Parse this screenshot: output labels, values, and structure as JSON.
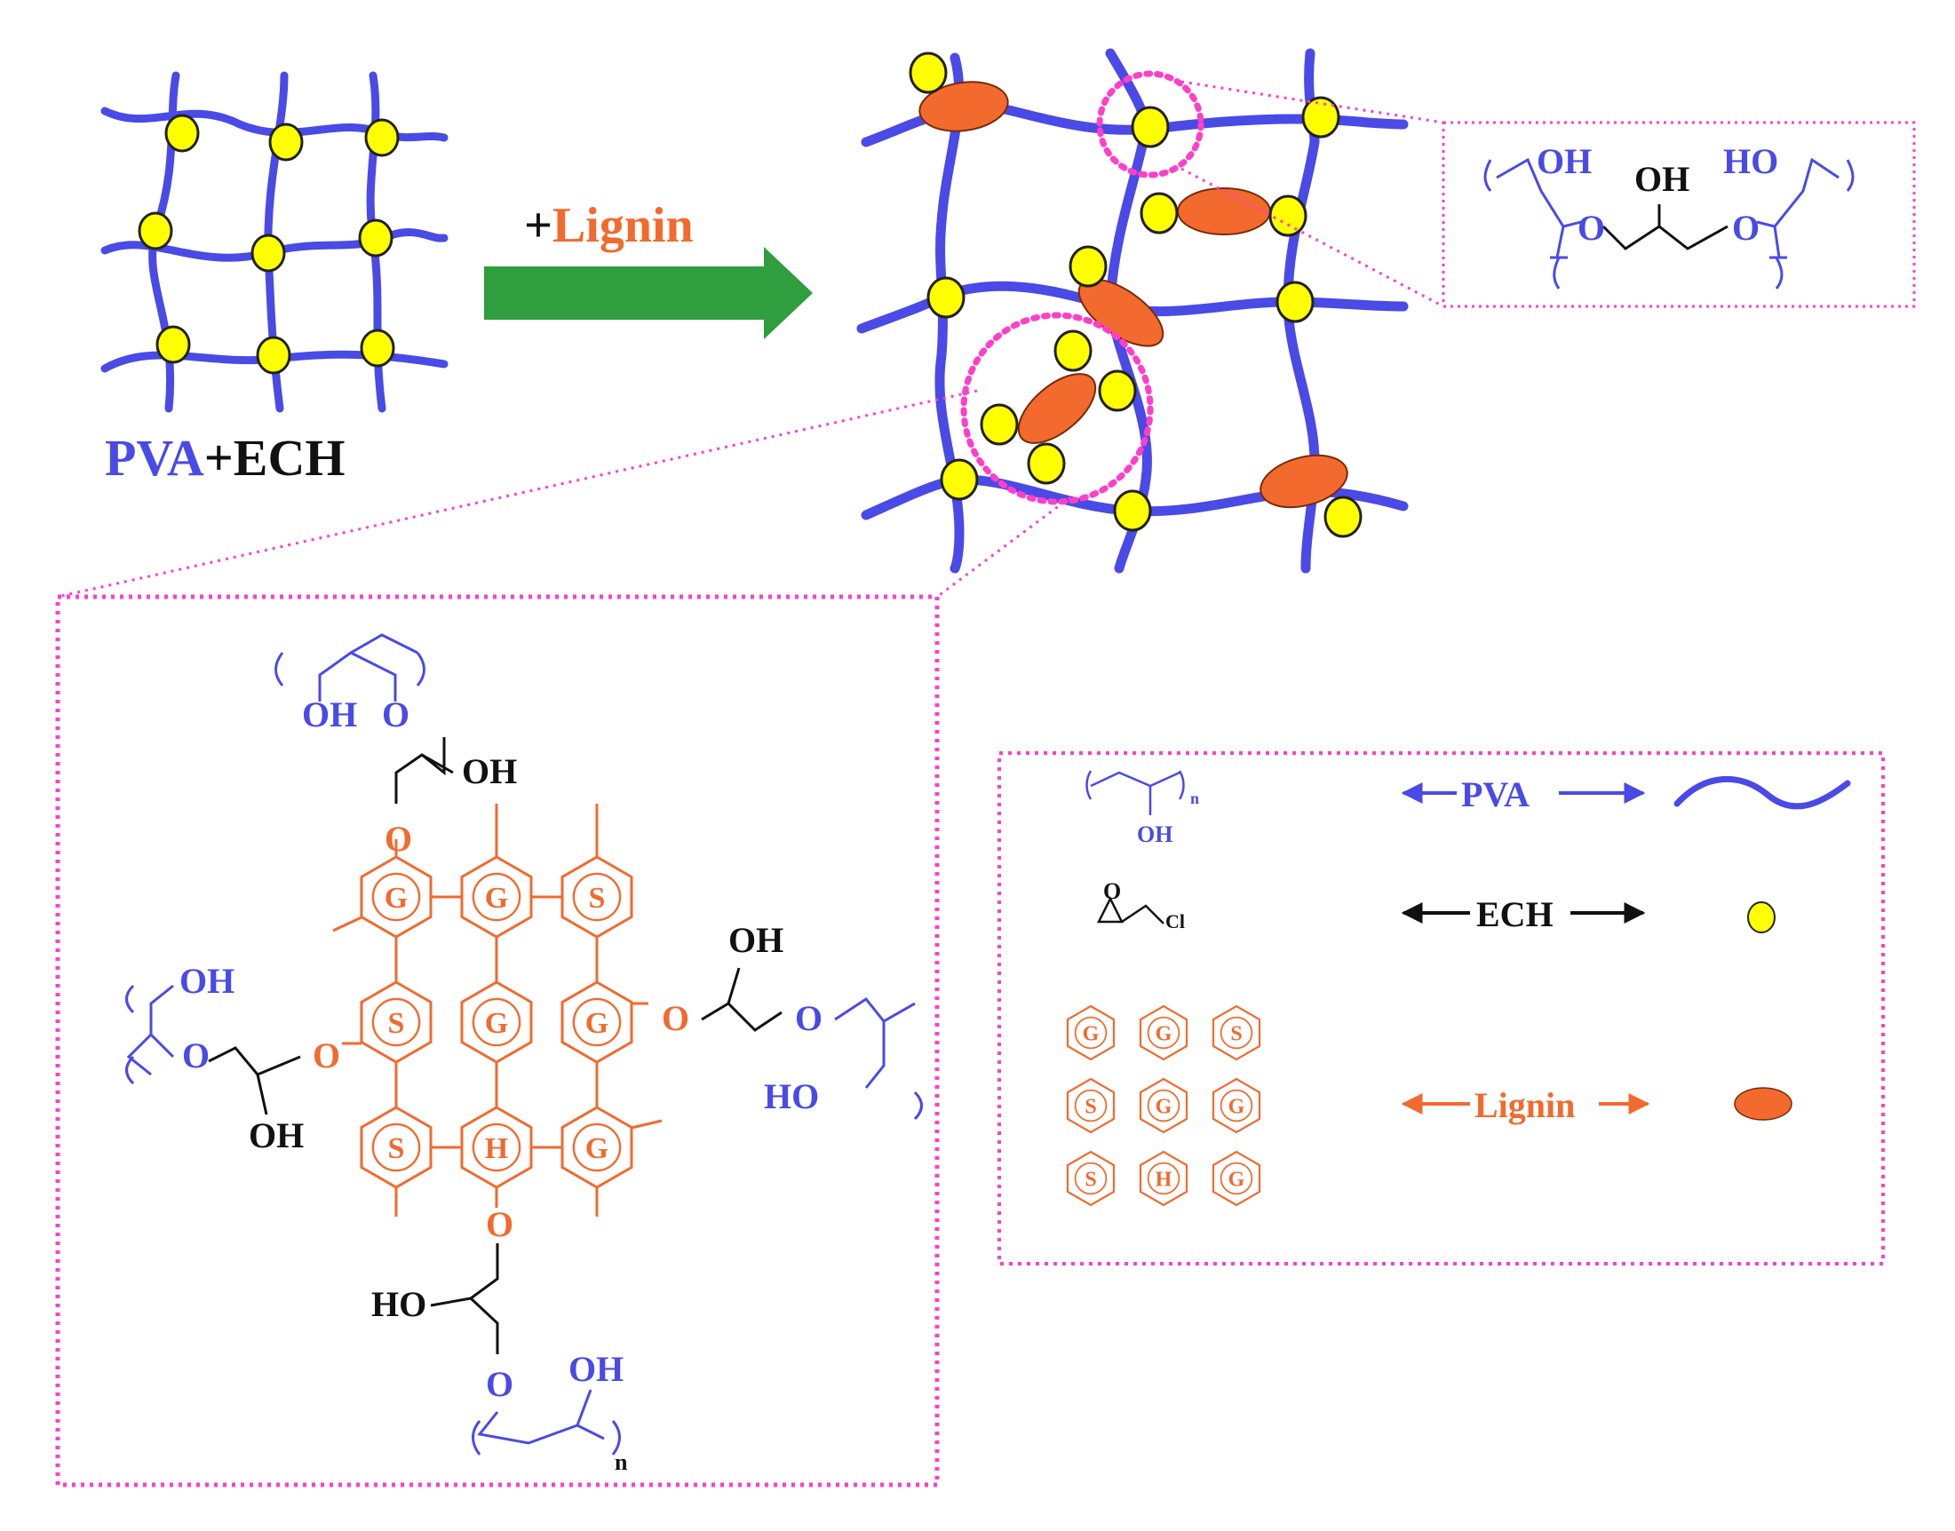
{
  "colors": {
    "pva": "#4a4ae6",
    "ech_fill": "#ffff00",
    "ech_stroke": "#222222",
    "lignin": "#f26a2e",
    "arrow": "#2e9e3e",
    "highlight": "#ff3fc8",
    "text_dark": "#111111"
  },
  "labels": {
    "pva_word": "PVA",
    "plus_ech": "+ECH",
    "plus_sign": "+",
    "lignin_word": "Lignin"
  },
  "zoom_top": {
    "oh_left": "OH",
    "oh_center": "OH",
    "ho_right": "HO",
    "o_left": "O",
    "o_right": "O"
  },
  "structure": {
    "top_oh": "OH",
    "top_o": "O",
    "top_chain_oh": "OH",
    "top_link_o": "O",
    "left_oh": "OH",
    "left_o": "O",
    "left_link_o": "O",
    "left_chain_oh": "OH",
    "right_link_o": "O",
    "right_chain_oh": "OH",
    "right_o": "O",
    "right_ho": "HO",
    "bottom_link_o": "O",
    "bottom_chain_ho": "HO",
    "bottom_o": "O",
    "bottom_oh": "OH",
    "bottom_n": "n",
    "rings": [
      [
        "G",
        "G",
        "S"
      ],
      [
        "S",
        "G",
        "G"
      ],
      [
        "S",
        "H",
        "G"
      ]
    ]
  },
  "legend": {
    "pva_label": "PVA",
    "ech_label": "ECH",
    "lignin_label": "Lignin",
    "pva_oh": "OH",
    "pva_n": "n",
    "ech_o": "O",
    "ech_cl": "Cl"
  }
}
